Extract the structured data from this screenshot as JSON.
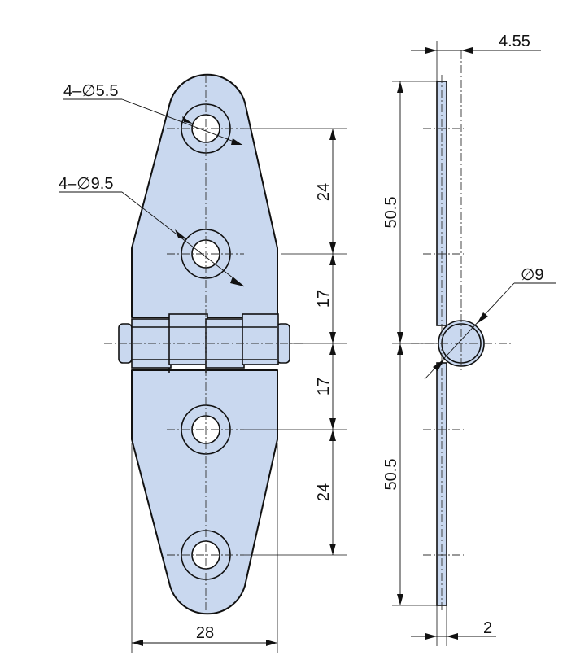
{
  "dimensions": {
    "hole_small_diameter": "4–∅5.5",
    "hole_counterbore_diameter": "4–∅9.5",
    "hole_spacing_top": "24",
    "hole_to_pin_top": "17",
    "hole_to_pin_bottom": "17",
    "hole_spacing_bottom": "24",
    "overall_width": "28",
    "leaf_length_top": "50.5",
    "leaf_length_bottom": "50.5",
    "pin_offset": "4.55",
    "knuckle_diameter": "∅9",
    "plate_thickness": "2"
  },
  "colors": {
    "part_fill": "#c9d8ef",
    "outline": "#111111",
    "background": "#ffffff"
  }
}
